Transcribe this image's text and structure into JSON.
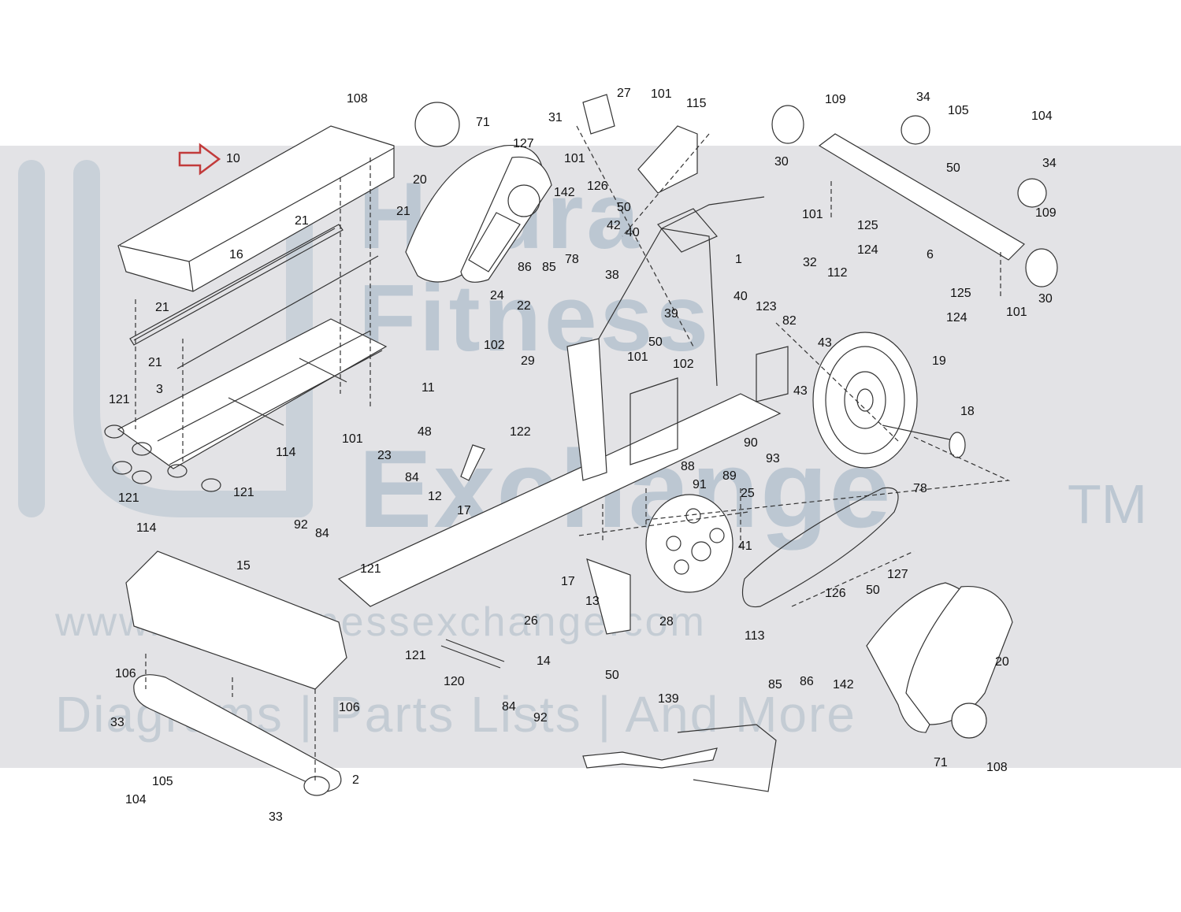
{
  "watermark": {
    "line1": "Hydra",
    "line2": "Fitness",
    "line3": "Exchange",
    "trademark": "TM",
    "url": "www.hydrafitnessexchange.com",
    "tagline": "Diagrams | Parts Lists | And More"
  },
  "colors": {
    "band": "#e3e3e6",
    "watermark_text": "#bcc7d2",
    "line": "#333333",
    "arrow": "#c23b3b"
  },
  "highlight": {
    "part": "10",
    "icon": "right-arrow-icon"
  },
  "parts": [
    {
      "id": "p1",
      "label": "108"
    },
    {
      "id": "p2",
      "label": "71"
    },
    {
      "id": "p3",
      "label": "10"
    },
    {
      "id": "p4",
      "label": "21"
    },
    {
      "id": "p5",
      "label": "21"
    },
    {
      "id": "p6",
      "label": "16"
    },
    {
      "id": "p7",
      "label": "21"
    },
    {
      "id": "p8",
      "label": "21"
    },
    {
      "id": "p9",
      "label": "3"
    },
    {
      "id": "p10",
      "label": "121"
    },
    {
      "id": "p11",
      "label": "121"
    },
    {
      "id": "p12",
      "label": "121"
    },
    {
      "id": "p13",
      "label": "114"
    },
    {
      "id": "p14",
      "label": "114"
    },
    {
      "id": "p15",
      "label": "101"
    },
    {
      "id": "p16",
      "label": "20"
    },
    {
      "id": "p17",
      "label": "127"
    },
    {
      "id": "p18",
      "label": "142"
    },
    {
      "id": "p19",
      "label": "126"
    },
    {
      "id": "p20",
      "label": "50"
    },
    {
      "id": "p21",
      "label": "42"
    },
    {
      "id": "p22",
      "label": "40"
    },
    {
      "id": "p23",
      "label": "86"
    },
    {
      "id": "p24",
      "label": "85"
    },
    {
      "id": "p25",
      "label": "78"
    },
    {
      "id": "p26",
      "label": "38"
    },
    {
      "id": "p27",
      "label": "24"
    },
    {
      "id": "p28",
      "label": "22"
    },
    {
      "id": "p29",
      "label": "102"
    },
    {
      "id": "p30",
      "label": "29"
    },
    {
      "id": "p31",
      "label": "11"
    },
    {
      "id": "p32",
      "label": "48"
    },
    {
      "id": "p33",
      "label": "122"
    },
    {
      "id": "p34",
      "label": "23"
    },
    {
      "id": "p35",
      "label": "84"
    },
    {
      "id": "p36",
      "label": "12"
    },
    {
      "id": "p37",
      "label": "17"
    },
    {
      "id": "p38",
      "label": "27"
    },
    {
      "id": "p39",
      "label": "101"
    },
    {
      "id": "p40",
      "label": "115"
    },
    {
      "id": "p41",
      "label": "31"
    },
    {
      "id": "p42",
      "label": "101"
    },
    {
      "id": "p43",
      "label": "1"
    },
    {
      "id": "p44",
      "label": "39"
    },
    {
      "id": "p45",
      "label": "50"
    },
    {
      "id": "p46",
      "label": "101"
    },
    {
      "id": "p47",
      "label": "102"
    },
    {
      "id": "p48",
      "label": "40"
    },
    {
      "id": "p49",
      "label": "123"
    },
    {
      "id": "p50",
      "label": "32"
    },
    {
      "id": "p51",
      "label": "112"
    },
    {
      "id": "p52",
      "label": "82"
    },
    {
      "id": "p53",
      "label": "43"
    },
    {
      "id": "p54",
      "label": "43"
    },
    {
      "id": "p55",
      "label": "19"
    },
    {
      "id": "p56",
      "label": "18"
    },
    {
      "id": "p57",
      "label": "78"
    },
    {
      "id": "p58",
      "label": "90"
    },
    {
      "id": "p59",
      "label": "89"
    },
    {
      "id": "p60",
      "label": "88"
    },
    {
      "id": "p61",
      "label": "91"
    },
    {
      "id": "p62",
      "label": "93"
    },
    {
      "id": "p63",
      "label": "25"
    },
    {
      "id": "p64",
      "label": "109"
    },
    {
      "id": "p65",
      "label": "34"
    },
    {
      "id": "p66",
      "label": "105"
    },
    {
      "id": "p67",
      "label": "104"
    },
    {
      "id": "p68",
      "label": "30"
    },
    {
      "id": "p69",
      "label": "50"
    },
    {
      "id": "p70",
      "label": "34"
    },
    {
      "id": "p71",
      "label": "101"
    },
    {
      "id": "p72",
      "label": "125"
    },
    {
      "id": "p73",
      "label": "109"
    },
    {
      "id": "p74",
      "label": "124"
    },
    {
      "id": "p75",
      "label": "6"
    },
    {
      "id": "p76",
      "label": "30"
    },
    {
      "id": "p77",
      "label": "125"
    },
    {
      "id": "p78",
      "label": "124"
    },
    {
      "id": "p79",
      "label": "101"
    },
    {
      "id": "p80",
      "label": "92"
    },
    {
      "id": "p81",
      "label": "84"
    },
    {
      "id": "p82",
      "label": "121"
    },
    {
      "id": "p83",
      "label": "15"
    },
    {
      "id": "p84",
      "label": "121"
    },
    {
      "id": "p85",
      "label": "120"
    },
    {
      "id": "p86",
      "label": "84"
    },
    {
      "id": "p87",
      "label": "92"
    },
    {
      "id": "p88",
      "label": "106"
    },
    {
      "id": "p89",
      "label": "106"
    },
    {
      "id": "p90",
      "label": "33"
    },
    {
      "id": "p91",
      "label": "105"
    },
    {
      "id": "p92",
      "label": "104"
    },
    {
      "id": "p93",
      "label": "2"
    },
    {
      "id": "p94",
      "label": "33"
    },
    {
      "id": "p95",
      "label": "17"
    },
    {
      "id": "p96",
      "label": "13"
    },
    {
      "id": "p97",
      "label": "26"
    },
    {
      "id": "p98",
      "label": "14"
    },
    {
      "id": "p99",
      "label": "50"
    },
    {
      "id": "p100",
      "label": "28"
    },
    {
      "id": "p101",
      "label": "41"
    },
    {
      "id": "p102",
      "label": "113"
    },
    {
      "id": "p103",
      "label": "139"
    },
    {
      "id": "p104",
      "label": "126"
    },
    {
      "id": "p105",
      "label": "50"
    },
    {
      "id": "p106",
      "label": "127"
    },
    {
      "id": "p107",
      "label": "20"
    },
    {
      "id": "p108",
      "label": "85"
    },
    {
      "id": "p109",
      "label": "86"
    },
    {
      "id": "p110",
      "label": "142"
    },
    {
      "id": "p111",
      "label": "71"
    },
    {
      "id": "p112",
      "label": "108"
    }
  ]
}
